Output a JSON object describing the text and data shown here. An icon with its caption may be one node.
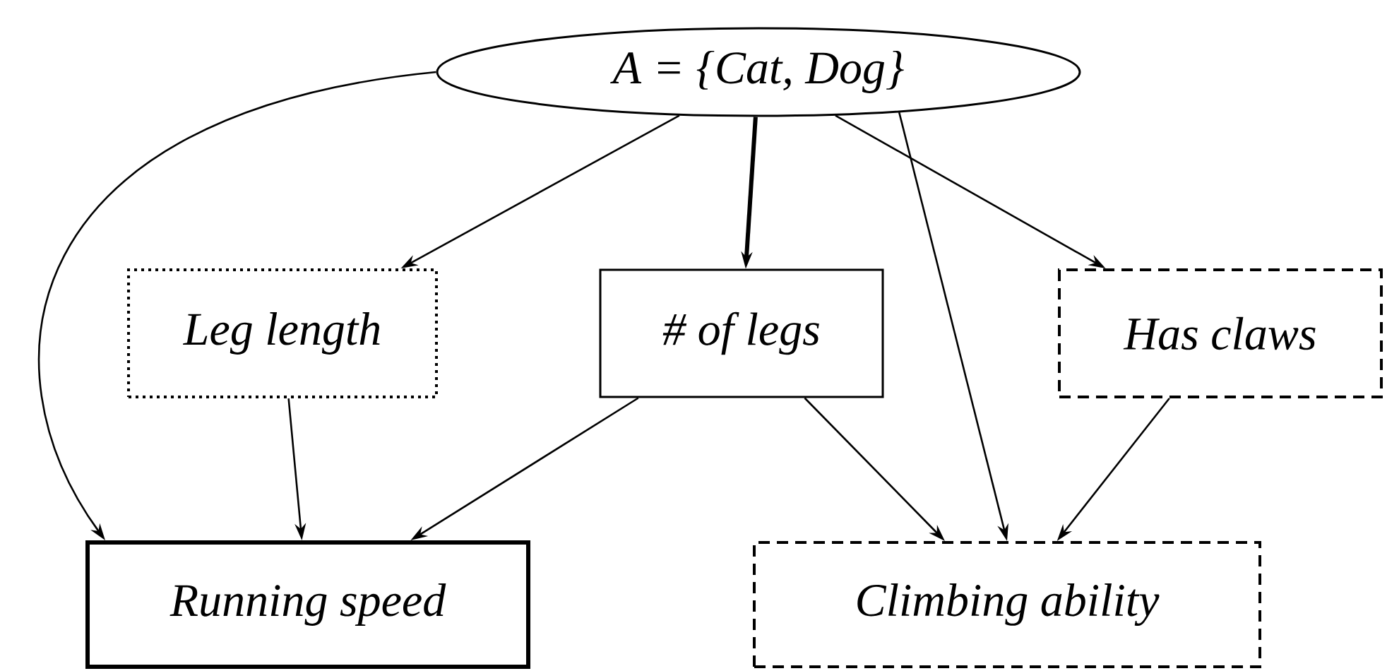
{
  "diagram": {
    "nodes": [
      {
        "text": [
          "A = {Cat, Dog}"
        ]
      },
      {
        "text": [
          "Leg length"
        ]
      },
      {
        "text": [
          "# of legs"
        ]
      },
      {
        "text": [
          "Has claws"
        ]
      },
      {
        "text": [
          "Running speed"
        ]
      },
      {
        "text": [
          "Climbing ability"
        ]
      }
    ],
    "edges": [
      {
        "from": 0,
        "to": 4,
        "arrow": "to"
      },
      {
        "from": 0,
        "to": 1,
        "arrow": "to"
      },
      {
        "from": 0,
        "to": 2,
        "arrow": "to",
        "style": "thick"
      },
      {
        "from": 0,
        "to": 5,
        "arrow": "to"
      },
      {
        "from": 0,
        "to": 3,
        "arrow": "to"
      },
      {
        "from": 1,
        "to": 4,
        "arrow": "to"
      },
      {
        "from": 2,
        "to": 4,
        "arrow": "to"
      },
      {
        "from": 2,
        "to": 5,
        "arrow": "to"
      },
      {
        "from": 3,
        "to": 5,
        "arrow": "to"
      }
    ]
  }
}
